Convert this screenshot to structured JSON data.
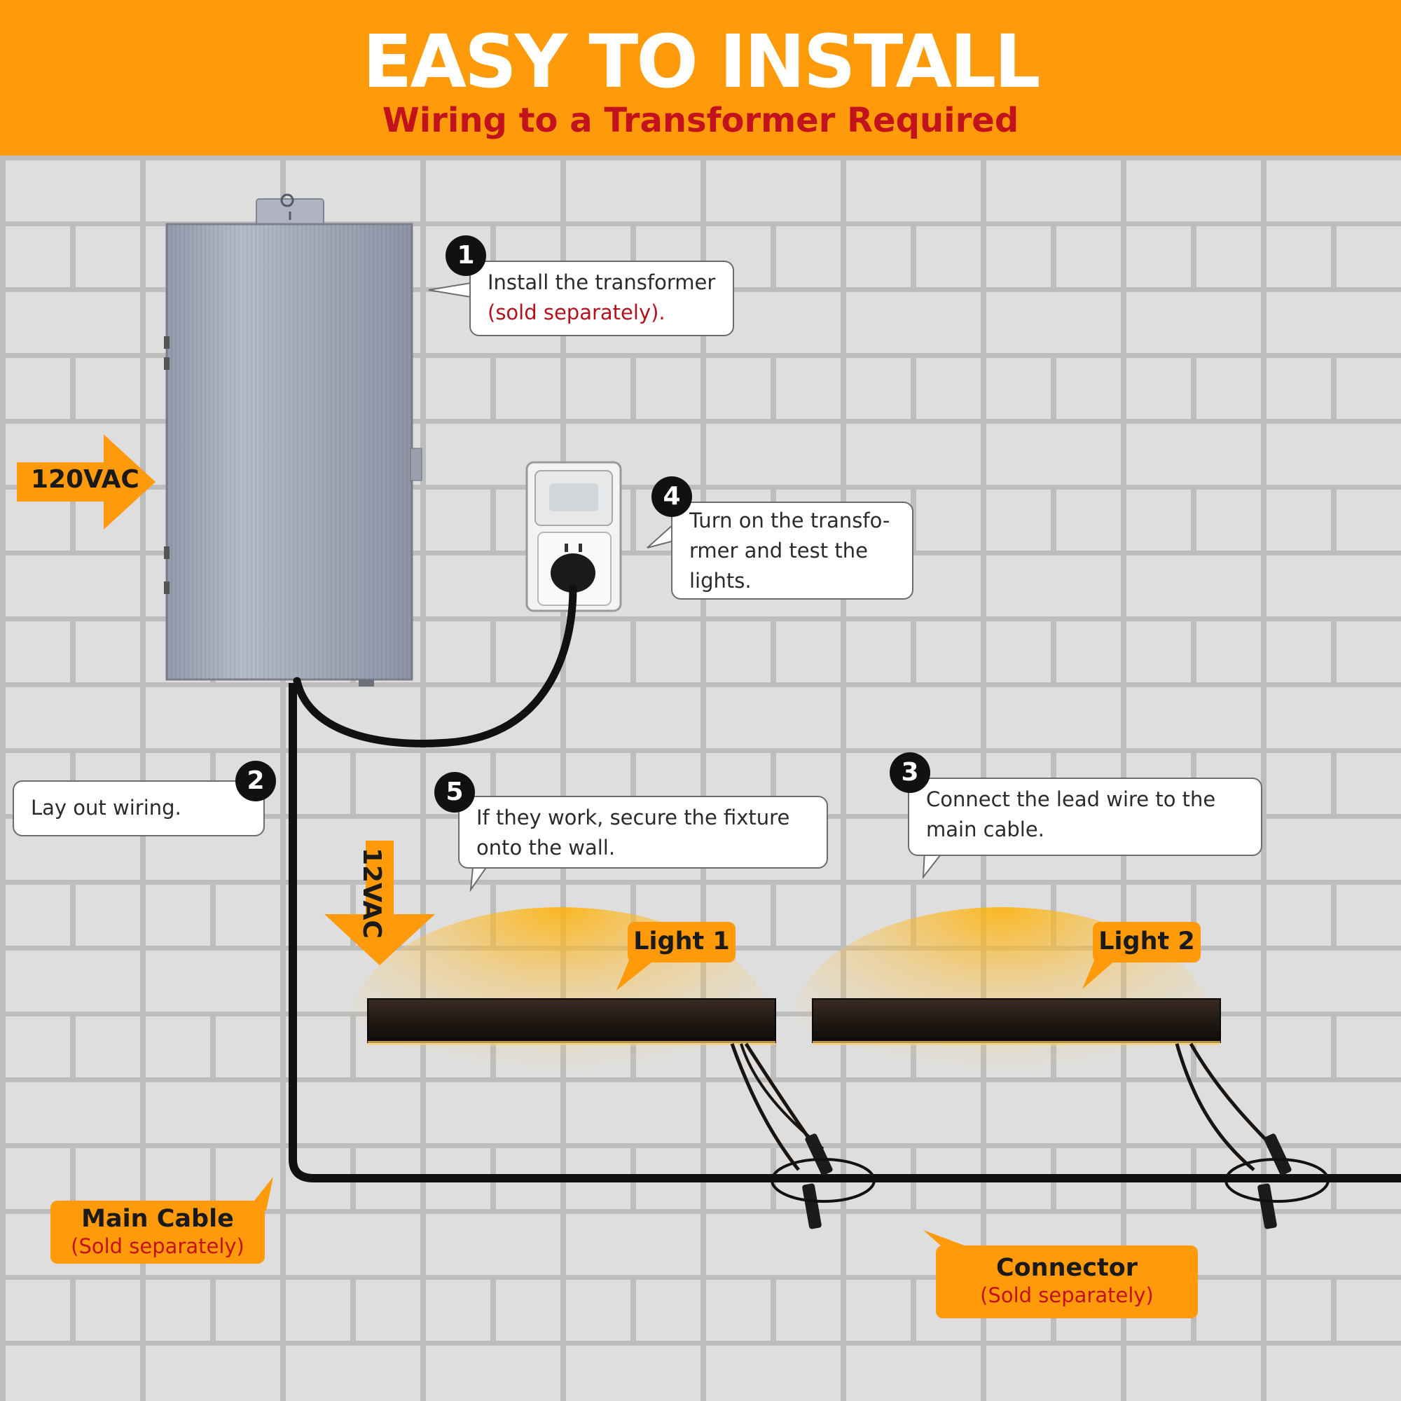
{
  "header": {
    "title": "EASY TO INSTALL",
    "subtitle": "Wiring to a Transformer Required"
  },
  "steps": [
    {
      "number": "1",
      "line1": "Install the transformer",
      "line2": "(sold separately)."
    },
    {
      "number": "2",
      "text": "Lay out wiring."
    },
    {
      "number": "3",
      "line1": "Connect the lead wire to the",
      "line2": "main cable."
    },
    {
      "number": "4",
      "line1": "Turn on the transfo-",
      "line2": "rmer and test the",
      "line3": "lights."
    },
    {
      "number": "5",
      "line1": "If they work, secure the fixture",
      "line2": "onto the wall."
    }
  ],
  "labels": {
    "input_voltage": "120VAC",
    "output_voltage": "12VAC",
    "light1": "Light 1",
    "light2": "Light 2",
    "main_cable": "Main Cable",
    "main_cable_note": "(Sold separately)",
    "connector": "Connector",
    "connector_note": "(Sold separately)"
  },
  "colors": {
    "accent": "#ff9a0a",
    "red_text": "#c2121c",
    "wall": "#dedede",
    "cable": "#111111"
  }
}
